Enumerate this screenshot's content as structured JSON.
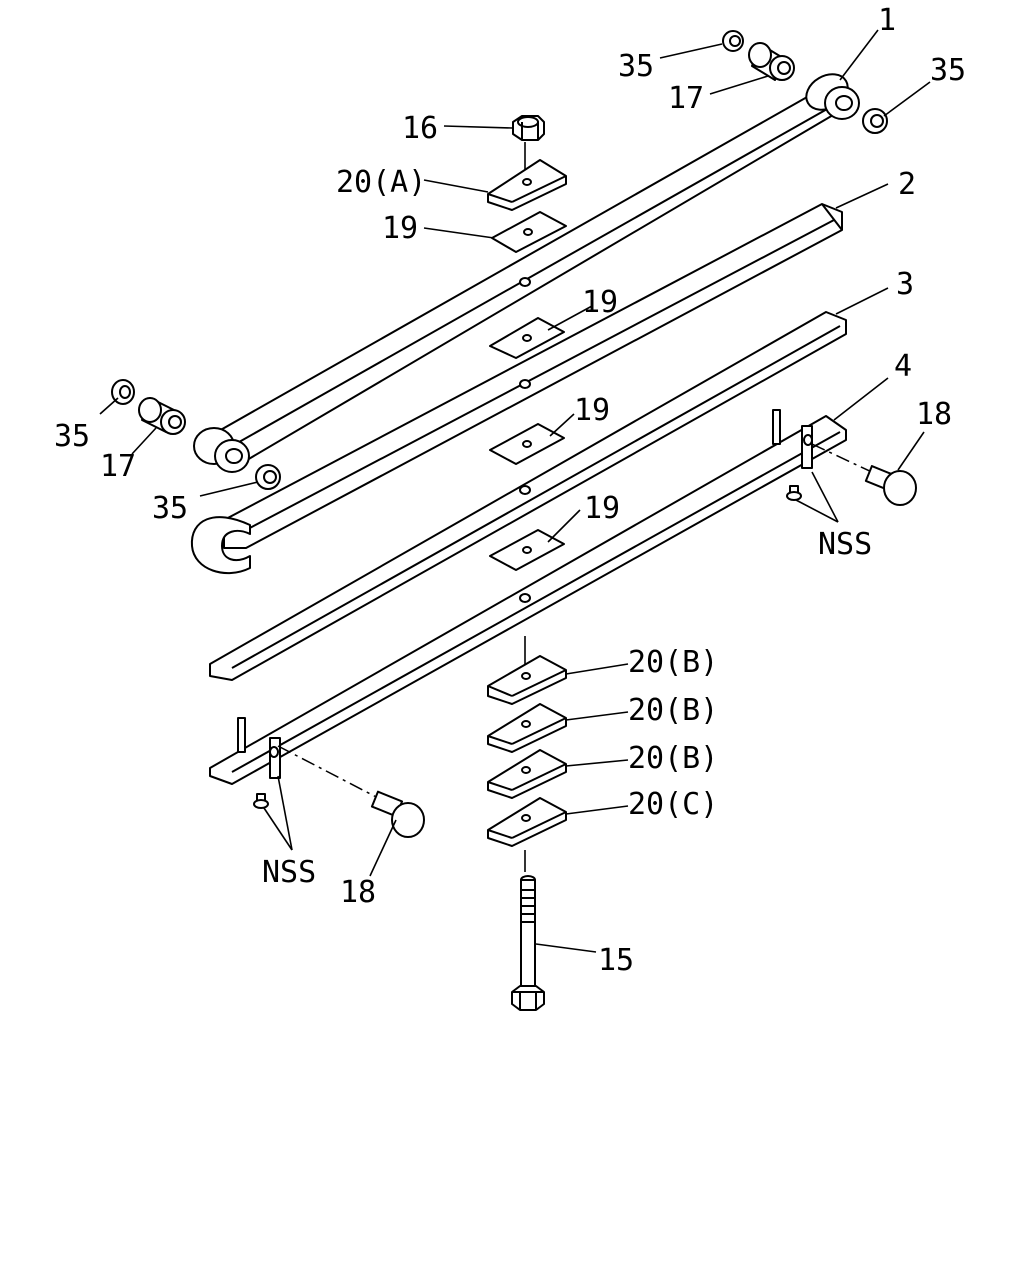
{
  "callouts": {
    "leaf_1": "1",
    "leaf_2": "2",
    "leaf_3": "3",
    "leaf_4": "4",
    "washer_35_top_left": "35",
    "washer_35_top_right": "35",
    "washer_35_left": "35",
    "washer_35_left_lower": "35",
    "bushing_17_top": "17",
    "bushing_17_left": "17",
    "nut_16": "16",
    "plate_20a": "20(A)",
    "liner_19_top": "19",
    "liner_19_a": "19",
    "liner_19_b": "19",
    "liner_19_c": "19",
    "bolt_18_right": "18",
    "bolt_18_left": "18",
    "nss_right": "NSS",
    "nss_left": "NSS",
    "plate_20b_1": "20(B)",
    "plate_20b_2": "20(B)",
    "plate_20b_3": "20(B)",
    "plate_20c": "20(C)",
    "center_bolt_15": "15"
  }
}
